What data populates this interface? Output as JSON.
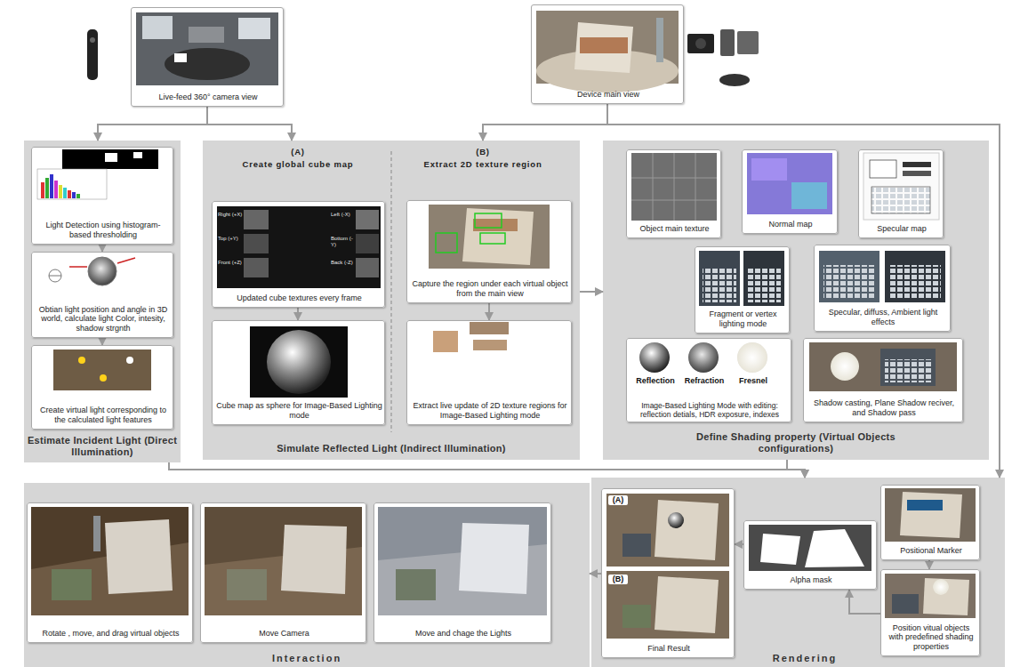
{
  "diagram": {
    "nodes": [
      {
        "text": [
          "Live-feed 360° camera view"
        ]
      },
      {
        "text": [
          "Device main view"
        ]
      },
      {
        "text": [
          "Estimate Incident Light (Direct Illumination)"
        ]
      },
      {
        "text": [
          "Light Detection using histogram-based thresholding"
        ],
        "in": 2
      },
      {
        "text": [
          "Obtian light position and angle in 3D world, calculate light Color, intesity, shadow strgnth"
        ],
        "in": 2
      },
      {
        "text": [
          "Create virtual light corresponding to the calculated light features"
        ],
        "in": 2
      },
      {
        "text": [
          "(A)",
          "Create global cube map",
          "(B)",
          "Extract 2D texture region",
          "Simulate Reflected Light (Indirect Illumination)"
        ]
      },
      {
        "text": [
          "Updated cube textures every frame"
        ],
        "in": 6
      },
      {
        "text": [
          "Cube map as sphere for Image-Based Lighting mode"
        ],
        "in": 6
      },
      {
        "text": [
          "Capture the region under each virtual object from the main view"
        ],
        "in": 6
      },
      {
        "text": [
          "Extract live update of 2D texture regions for Image-Based Lighting mode"
        ],
        "in": 6
      },
      {
        "text": [
          "Define Shading property (Virtual Objects configurations)"
        ]
      },
      {
        "text": [
          "Object main texture"
        ],
        "in": 11
      },
      {
        "text": [
          "Normal map"
        ],
        "in": 11
      },
      {
        "text": [
          "Specular map"
        ],
        "in": 11
      },
      {
        "text": [
          "Fragment or vertex lighting mode"
        ],
        "in": 11
      },
      {
        "text": [
          "Specular, diffuss, Ambient light effects"
        ],
        "in": 11
      },
      {
        "text": [
          "Reflection",
          "Refraction",
          "Fresnel",
          "Image-Based Lighting Mode with editing: reflection detials, HDR exposure, indexes"
        ],
        "in": 11
      },
      {
        "text": [
          "Shadow casting, Plane Shadow reciver, and Shadow pass"
        ],
        "in": 11
      },
      {
        "text": [
          "Interaction"
        ]
      },
      {
        "text": [
          "Rotate , move, and drag virtual objects"
        ],
        "in": 19
      },
      {
        "text": [
          "Move Camera"
        ],
        "in": 19
      },
      {
        "text": [
          "Move and chage the Lights"
        ],
        "in": 19
      },
      {
        "text": [
          "Rendering"
        ]
      },
      {
        "text": [
          "(A)",
          "(B)",
          "Final Result"
        ],
        "in": 23
      },
      {
        "text": [
          "Alpha mask"
        ],
        "in": 23
      },
      {
        "text": [
          "Positional Marker"
        ],
        "in": 23
      },
      {
        "text": [
          "Position vitual objects with predefined shading properties"
        ],
        "in": 23
      }
    ],
    "edges": [
      {
        "from": 0,
        "to": 2,
        "arrow": "to"
      },
      {
        "from": 0,
        "to": 6,
        "arrow": "to"
      },
      {
        "from": 1,
        "to": 6,
        "arrow": "to"
      },
      {
        "from": 1,
        "to": 23,
        "arrow": "to"
      },
      {
        "from": 3,
        "to": 4,
        "arrow": "to"
      },
      {
        "from": 4,
        "to": 5,
        "arrow": "to"
      },
      {
        "from": 7,
        "to": 8,
        "arrow": "to"
      },
      {
        "from": 9,
        "to": 10,
        "arrow": "to"
      },
      {
        "from": 6,
        "to": 11,
        "arrow": "to"
      },
      {
        "from": 2,
        "to": 23,
        "arrow": "to"
      },
      {
        "from": 11,
        "to": 23,
        "arrow": "to"
      },
      {
        "from": 26,
        "to": 27,
        "arrow": "to"
      },
      {
        "from": 27,
        "to": 25,
        "arrow": "to"
      },
      {
        "from": 25,
        "to": 24,
        "arrow": "to"
      },
      {
        "from": 24,
        "to": 19,
        "arrow": "to"
      }
    ],
    "labels": [
      "Right (+X)",
      "Left (-X)",
      "Top (+Y)",
      "Bottom (-Y)",
      "Front (+Z)",
      "Back (-Z)"
    ]
  }
}
